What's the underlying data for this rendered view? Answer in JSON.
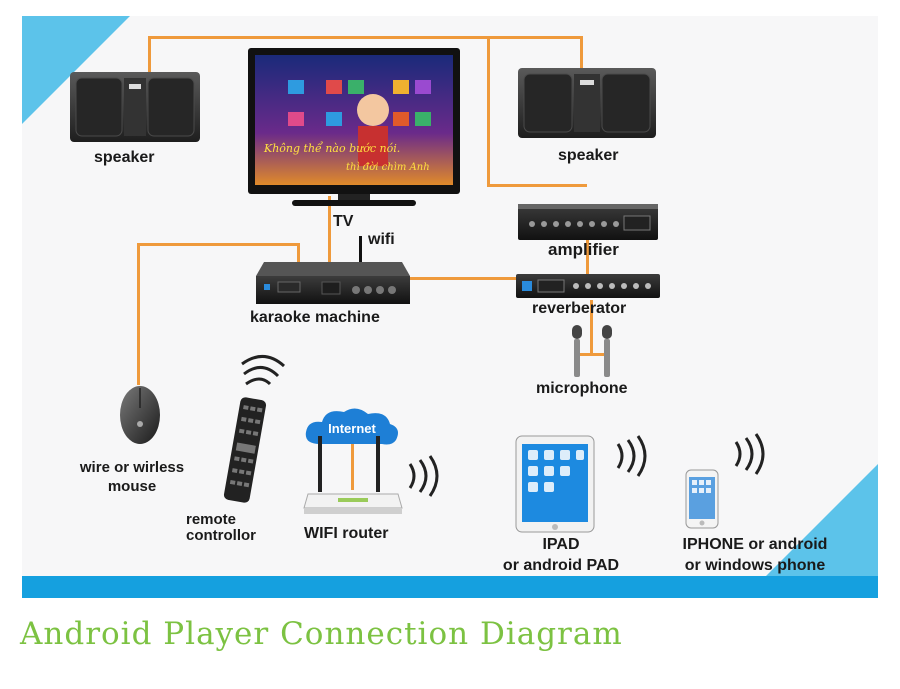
{
  "title": "Android Player  Connection Diagram",
  "labels": {
    "speaker_left": "speaker",
    "speaker_right": "speaker",
    "tv": "TV",
    "wifi": "wifi",
    "amplifier": "amplifier",
    "reverberator": "reverberator",
    "karaoke_machine": "karaoke machine",
    "microphone": "microphone",
    "mouse": [
      "wire or wirless",
      "mouse"
    ],
    "remote": [
      "remote",
      "controllor"
    ],
    "router": "WIFI router",
    "internet": "Internet",
    "ipad": [
      "IPAD",
      "or android PAD"
    ],
    "iphone": [
      "IPHONE or android",
      "or windows phone"
    ]
  },
  "tv_screen": {
    "line1": "Không thể nào bước nói.",
    "line2": "thì đời chìm Anh"
  },
  "colors": {
    "wire": "#ef9a3c",
    "accent_blue": "#15a0df",
    "corner_blue": "#5cc3ea",
    "title_green": "#7cc242"
  }
}
